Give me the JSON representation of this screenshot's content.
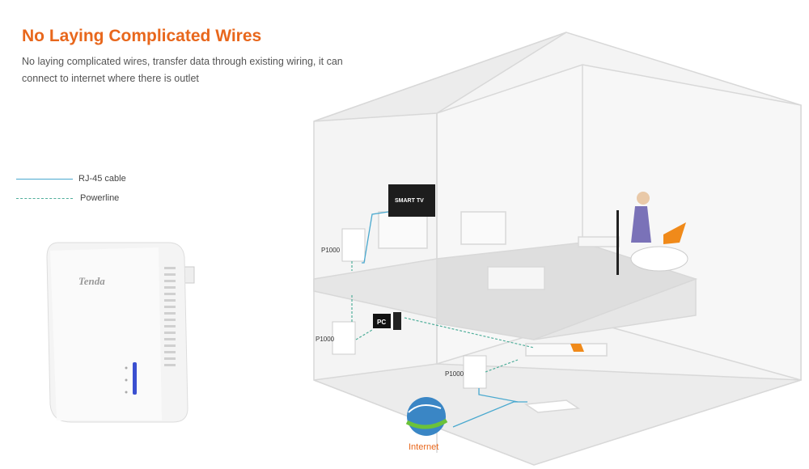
{
  "title": "No Laying Complicated Wires",
  "description": "No laying complicated wires, transfer data through existing wiring, it can connect to internet where there is outlet",
  "legend": {
    "rj45": "RJ-45 cable",
    "powerline": "Powerline"
  },
  "product": {
    "brand": "Tenda"
  },
  "diagram": {
    "tv_label": "SMART TV",
    "pc_label": "PC",
    "adapter_labels": [
      "P1000",
      "P1000",
      "P1000"
    ],
    "internet_label": "Internet"
  },
  "colors": {
    "accent": "#e8671c",
    "rj45": "#4aa9cf",
    "powerline": "#4fae9a"
  }
}
